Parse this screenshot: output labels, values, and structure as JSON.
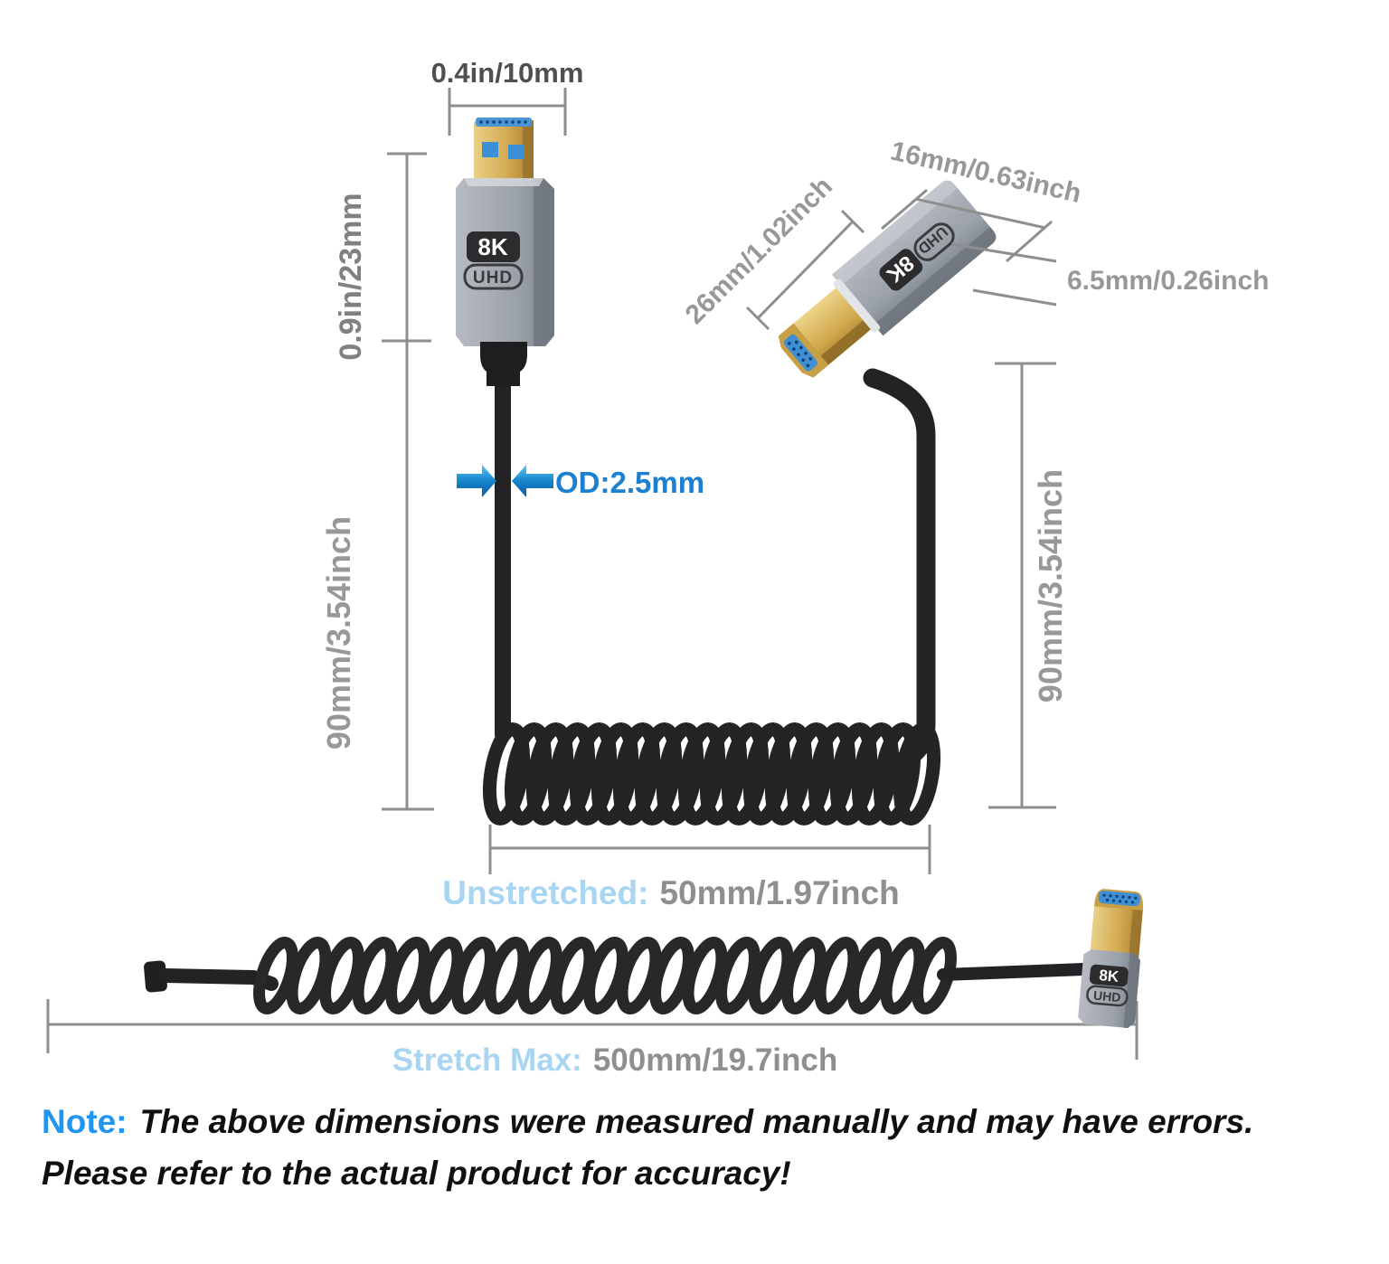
{
  "colors": {
    "dim_line": "#8e8e8e",
    "dim_text_dark": "#4f4f4f",
    "dim_text_mid": "#808083",
    "dim_text_gray": "#97989a",
    "od_blue": "#1b80d2",
    "light_blue": "#a8d5f2",
    "note_blue": "#2196f0",
    "gold": "#d2ab55",
    "body_gray": "#a4a9b1",
    "cable_black": "#232325",
    "pin_blue": "#4090d8"
  },
  "top_connector": {
    "type": "micro-hdmi-plug",
    "badge": "8K",
    "badge2": "UHD",
    "width_label": "0.4in/10mm",
    "height_label": "0.9in/23mm"
  },
  "right_connector": {
    "type": "hdmi-plug",
    "badge": "8K",
    "badge2": "UHD",
    "width_label": "16mm/0.63inch",
    "length_label": "26mm/1.02inch",
    "thickness_label": "6.5mm/0.26inch"
  },
  "bottom_connector": {
    "type": "hdmi-plug",
    "badge": "8K",
    "badge2": "UHD"
  },
  "cable": {
    "od_label": "OD:2.5mm",
    "left_length_label": "90mm/3.54inch",
    "right_length_label": "90mm/3.54inch",
    "unstretched_label": "Unstretched:",
    "unstretched_value": "50mm/1.97inch",
    "stretch_label": "Stretch Max:",
    "stretch_value": "500mm/19.7inch"
  },
  "note": {
    "label": "Note:",
    "line1": "The above dimensions were measured manually and may have errors.",
    "line2": "Please refer to the actual product for accuracy!"
  }
}
